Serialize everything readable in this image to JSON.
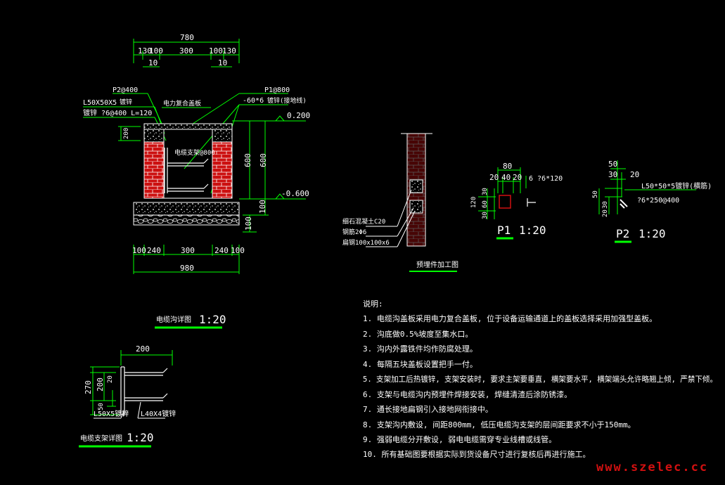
{
  "colors": {
    "background": "#000000",
    "dimension": "#00ff00",
    "line": "#ffffff",
    "brick": "#cc1010",
    "leader": "#00ff00",
    "watermark": "#d01010"
  },
  "trench": {
    "top_dims": [
      "780",
      "130",
      "100",
      "300",
      "100",
      "130",
      "10",
      "10"
    ],
    "labels": {
      "p2": "P2@400",
      "angle": "L50X50X5",
      "angle_note": "镀锌",
      "bolt": "镀锌 ?6@400 L=120",
      "cover": "电力复合盖板",
      "p1": "P1@800",
      "flat": "-60*6",
      "flat_note": "镀锌(接地线)",
      "bracket": "电缆支架@800"
    },
    "levels": [
      "0.200",
      "-0.600"
    ],
    "side_dims": [
      "200",
      "600",
      "600",
      "100",
      "100"
    ],
    "bottom_dims": [
      "100",
      "240",
      "300",
      "240",
      "100",
      "980"
    ],
    "title": "电缆沟详图",
    "scale": "1:20"
  },
  "embed": {
    "labels": [
      "细石混凝土C20",
      "钢筋2Φ6",
      "扁钢100x100x6"
    ],
    "title": "预埋件加工图"
  },
  "p1": {
    "top_dims": [
      "80",
      "20",
      "40",
      "20"
    ],
    "left_dims": [
      "30",
      "120",
      "60",
      "30"
    ],
    "spec": "6 ?6*120",
    "title": "P1",
    "scale": "1:20"
  },
  "p2": {
    "top_dims": [
      "50",
      "30",
      "20"
    ],
    "left_dims": [
      "50",
      "30",
      "20"
    ],
    "spec1": "L50*50*5镀锌(横筋)",
    "spec2": "?6*250@400",
    "title": "P2",
    "scale": "1:20"
  },
  "bracket": {
    "dims": [
      "200",
      "270",
      "200",
      "20",
      "50"
    ],
    "labels": [
      "L50X5镀锌",
      "L40X4镀锌"
    ],
    "title": "电缆支架详图",
    "scale": "1:20"
  },
  "notes": {
    "heading": "说明:",
    "items": [
      "1. 电缆沟盖板采用电力复合盖板, 位于设备运输通道上的盖板选择采用加强型盖板。",
      "2. 沟底做0.5%坡度至集水口。",
      "3. 沟内外露铁件均作防腐处理。",
      "4. 每隔五块盖板设置把手一付。",
      "5. 支架加工后热镀锌, 支架安装时, 要求主架要垂直, 横架要水平, 横架端头允许略翘上倾, 严禁下倾。",
      "6. 支架与电缆沟内预埋件焊接安装, 焊缝清渣后涂防锈漆。",
      "7. 通长接地扁钢引入接地网衔接中。",
      "8. 支架沟内敷设, 间距800mm, 低压电缆沟支架的层间距要求不小于150mm。",
      "9. 强弱电缆分开敷设, 弱电电缆需穿专业线槽或线管。",
      "10. 所有基础图要根据实际到货设备尺寸进行复核后再进行施工。"
    ]
  },
  "watermark": "www.szelec.cc"
}
